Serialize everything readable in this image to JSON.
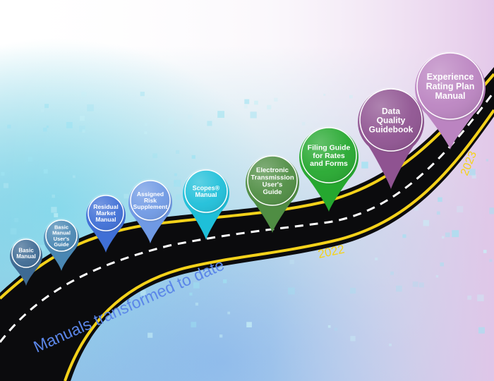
{
  "road": {
    "caption": "Manuals transformed to date",
    "years": [
      "2022",
      "2023"
    ]
  },
  "colors": {
    "road": "#0b0b0d",
    "edge_line": "#f4d21a",
    "center_line": "#ffffff",
    "caption": "#5b86e8",
    "year": "#f4d21a"
  },
  "milestones": [
    {
      "label": [
        "Basic",
        "Manual"
      ],
      "color": "#3e6a93"
    },
    {
      "label": [
        "Basic",
        "Manual",
        "User's",
        "Guide"
      ],
      "color": "#4a87b3"
    },
    {
      "label": [
        "Residual",
        "Market",
        "Manual"
      ],
      "color": "#3f6fd6"
    },
    {
      "label": [
        "Assigned",
        "Risk",
        "Supplement"
      ],
      "color": "#6f99e4"
    },
    {
      "label": [
        "Scopes®",
        "Manual"
      ],
      "color": "#1ebfd9"
    },
    {
      "label": [
        "Electronic",
        "Transmission",
        "User's",
        "Guide"
      ],
      "color": "#4f8d43"
    },
    {
      "label": [
        "Filing Guide",
        "for Rates",
        "and Forms"
      ],
      "color": "#25a82f"
    },
    {
      "label": [
        "Data",
        "Quality",
        "Guidebook"
      ],
      "color": "#8f5391"
    },
    {
      "label": [
        "Experience",
        "Rating Plan",
        "Manual"
      ],
      "color": "#bb84c1"
    }
  ]
}
